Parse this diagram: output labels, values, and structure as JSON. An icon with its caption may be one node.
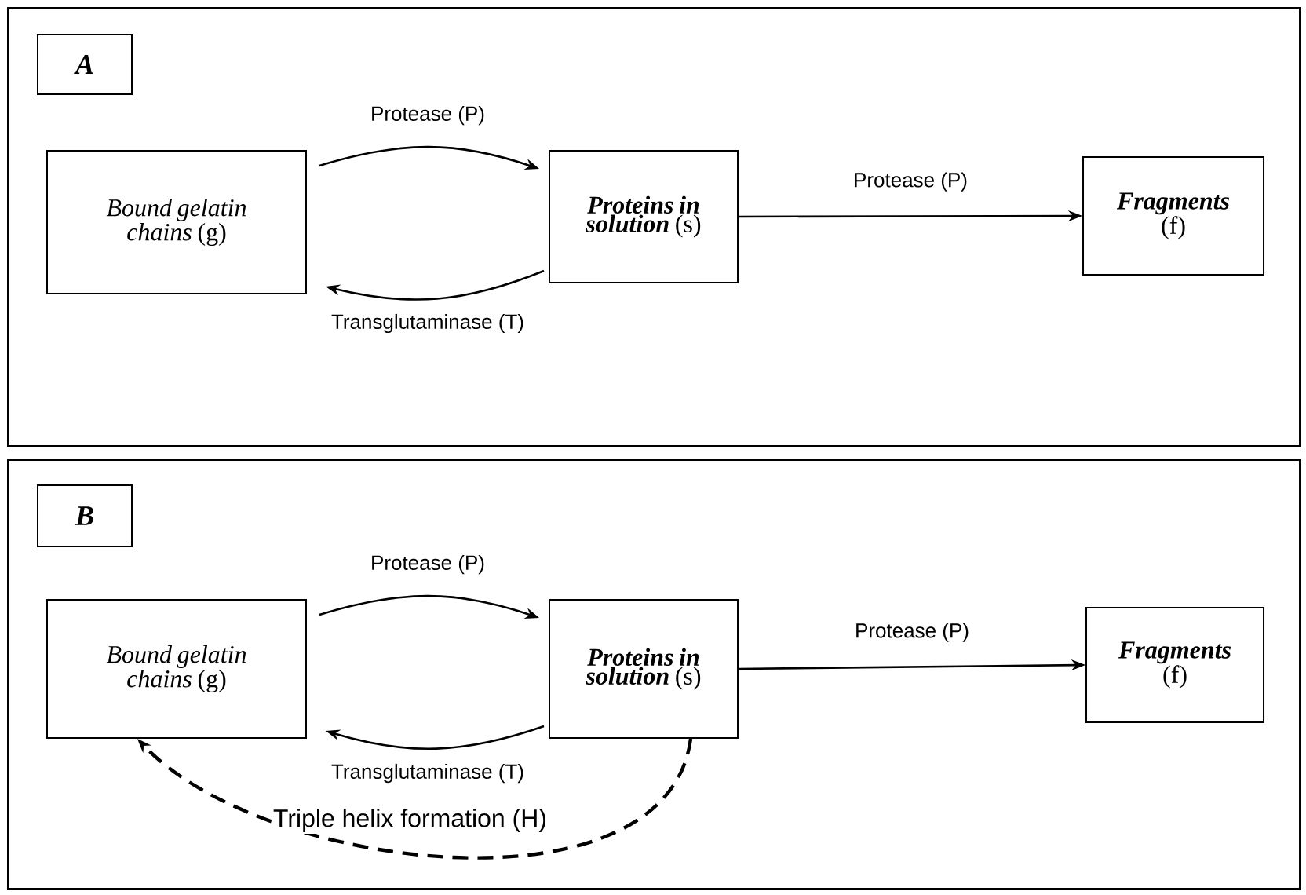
{
  "diagram": {
    "nodes": [
      {
        "text": [],
        "shape": "box"
      },
      {
        "text": [
          "A"
        ],
        "in": 0
      },
      {
        "text": [
          "*Bound gelatin chains* (g)"
        ],
        "in": 0
      },
      {
        "text": [
          "**Proteins in solution** (s)"
        ],
        "in": 0
      },
      {
        "text": [
          "**Fragments** (f)"
        ],
        "in": 0
      },
      {
        "text": [],
        "shape": "box"
      },
      {
        "text": [
          "B"
        ],
        "in": 5
      },
      {
        "text": [
          "*Bound gelatin chains* (g)"
        ],
        "in": 5
      },
      {
        "text": [
          "**Proteins in solution** (s)"
        ],
        "in": 5
      },
      {
        "text": [
          "**Fragments** (f)"
        ],
        "in": 5
      }
    ],
    "edges": [
      {
        "from": 2,
        "to": 3,
        "arrow": "to",
        "label": "Protease (P)"
      },
      {
        "from": 3,
        "to": 2,
        "arrow": "to",
        "label": "Transglutaminase (T)"
      },
      {
        "from": 3,
        "to": 4,
        "arrow": "to",
        "label": "Protease (P)"
      },
      {
        "from": 7,
        "to": 8,
        "arrow": "to",
        "label": "Protease (P)"
      },
      {
        "from": 8,
        "to": 7,
        "arrow": "to",
        "label": "Transglutaminase (T)"
      },
      {
        "from": 8,
        "to": 9,
        "arrow": "to",
        "label": "Protease (P)"
      },
      {
        "from": 8,
        "to": 7,
        "arrow": "to",
        "label": "Triple helix formation (H)",
        "style": "dashed"
      }
    ]
  }
}
